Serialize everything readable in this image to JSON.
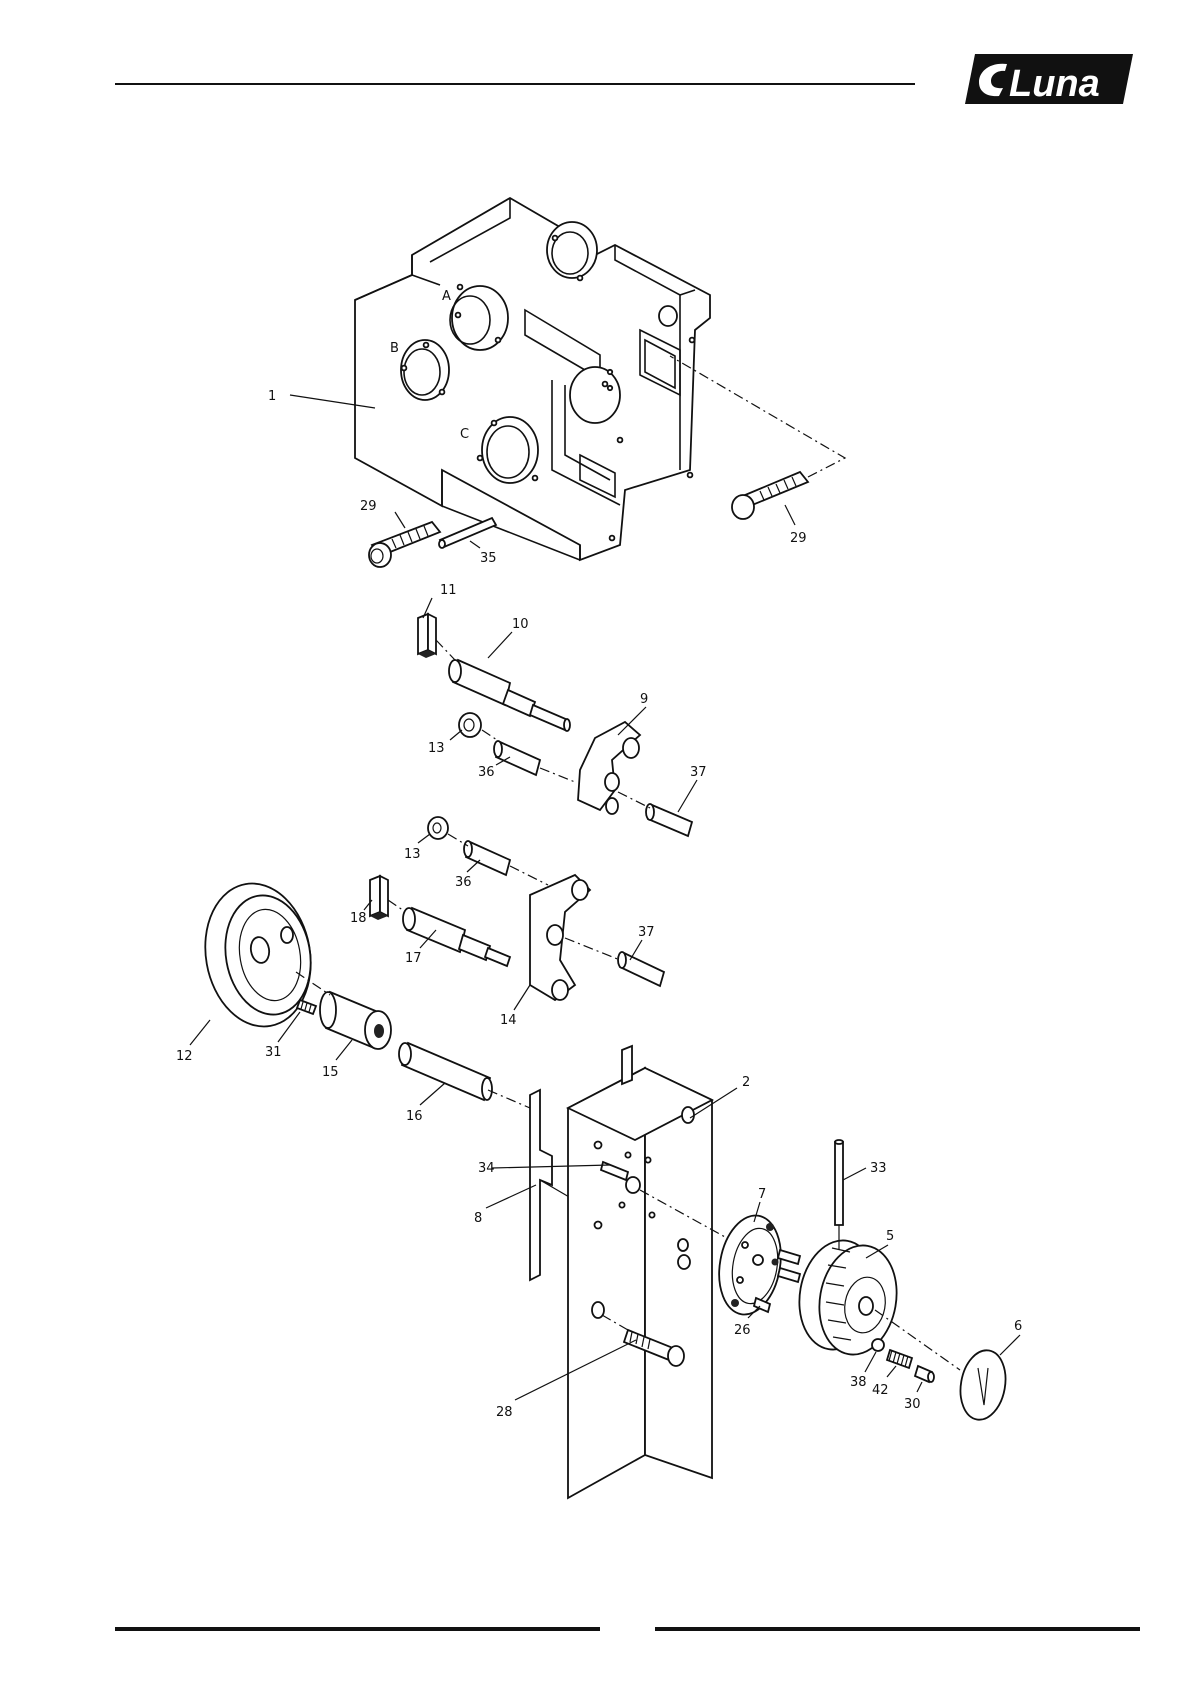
{
  "header": {
    "brand": "Luna"
  },
  "part_labels": {
    "p1": "1",
    "p2": "2",
    "p5": "5",
    "p6": "6",
    "p7": "7",
    "p8": "8",
    "p9": "9",
    "p10": "10",
    "p11": "11",
    "p12": "12",
    "p13a": "13",
    "p13b": "13",
    "p14": "14",
    "p15": "15",
    "p16": "16",
    "p17": "17",
    "p18": "18",
    "p26": "26",
    "p28": "28",
    "p29a": "29",
    "p29b": "29",
    "p30": "30",
    "p31": "31",
    "p33": "33",
    "p34": "34",
    "p35": "35",
    "p36a": "36",
    "p36b": "36",
    "p37a": "37",
    "p37b": "37",
    "p38": "38",
    "p42": "42"
  },
  "hole_labels": {
    "a": "A",
    "b": "B",
    "c": "C"
  }
}
